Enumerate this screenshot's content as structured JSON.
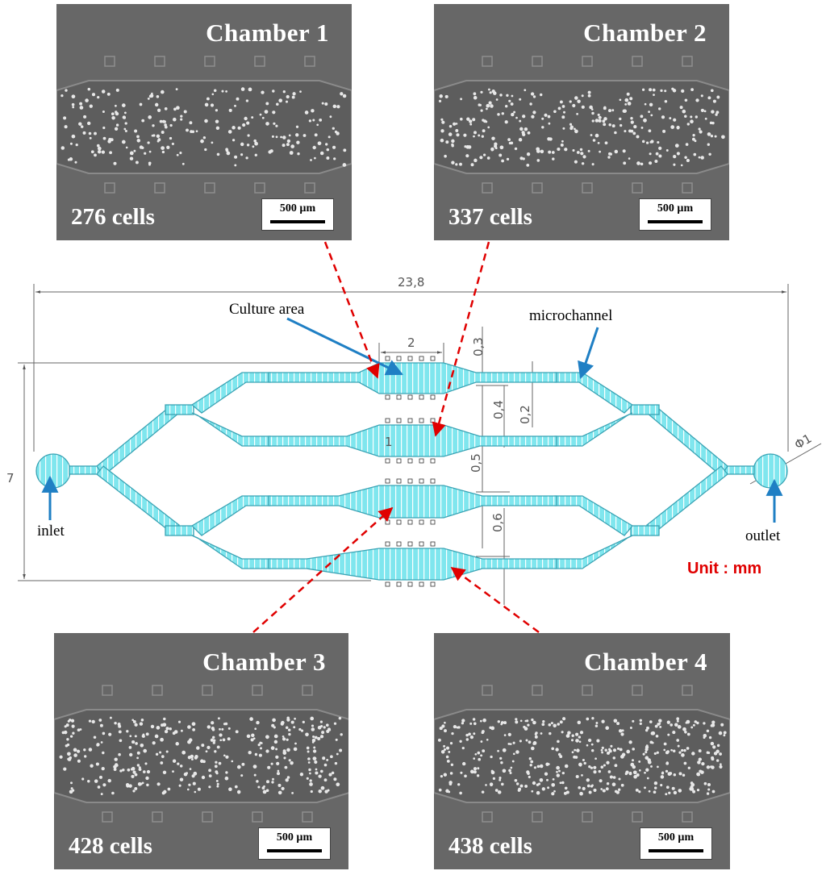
{
  "colors": {
    "channel_fill": "#7fe6ee",
    "channel_stroke": "#3aa3b4",
    "arrow_blue": "#1f7fc4",
    "arrow_red": "#e00000",
    "micrograph_bg": "#6a6a6a"
  },
  "panels": [
    {
      "title": "Chamber 1",
      "count": "276 cells",
      "scale": "500 µm"
    },
    {
      "title": "Chamber 2",
      "count": "337 cells",
      "scale": "500 µm"
    },
    {
      "title": "Chamber 3",
      "count": "428 cells",
      "scale": "500 µm"
    },
    {
      "title": "Chamber 4",
      "count": "438 cells",
      "scale": "500 µm"
    }
  ],
  "diagram": {
    "labels": {
      "culture_area": "Culture area",
      "microchannel": "microchannel",
      "inlet": "inlet",
      "outlet": "outlet",
      "unit": "Unit : mm"
    },
    "dimensions": {
      "overall_width": "23,8",
      "overall_height": "7",
      "chamber_width": "2",
      "chamber_height": "1",
      "d_0_3": "0,3",
      "d_0_4": "0,4",
      "d_0_2": "0,2",
      "d_0_5": "0,5",
      "d_0_6": "0,6",
      "port_diameter": "Φ1"
    }
  }
}
